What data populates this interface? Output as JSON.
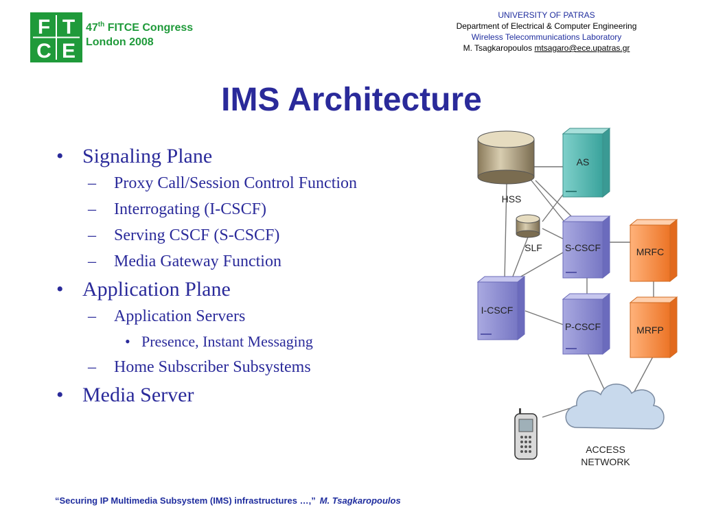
{
  "header": {
    "logo_letters": [
      "F",
      "T",
      "C",
      "E"
    ],
    "congress_number": "47",
    "congress_suffix": "th",
    "congress_name": "FITCE Congress",
    "congress_place": "London 2008",
    "university": "UNIVERSITY OF PATRAS",
    "department": "Department of Electrical & Computer Engineering",
    "lab": "Wireless Telecommunications Laboratory",
    "author": "M. Tsagkaropoulos",
    "email": "mtsagaro@ece.upatras.gr"
  },
  "title": "IMS Architecture",
  "outline": [
    {
      "level": 1,
      "bullet": "•",
      "text": "Signaling Plane"
    },
    {
      "level": 2,
      "bullet": "–",
      "text": "Proxy Call/Session Control Function"
    },
    {
      "level": 2,
      "bullet": "–",
      "text": "Interrogating (I-CSCF)"
    },
    {
      "level": 2,
      "bullet": "–",
      "text": "Serving CSCF (S-CSCF)"
    },
    {
      "level": 2,
      "bullet": "–",
      "text": "Media Gateway Function"
    },
    {
      "level": 1,
      "bullet": "•",
      "text": "Application Plane"
    },
    {
      "level": 2,
      "bullet": "–",
      "text": "Application Servers"
    },
    {
      "level": 3,
      "bullet": "•",
      "text": "Presence, Instant Messaging"
    },
    {
      "level": 2,
      "bullet": "–",
      "text": "Home Subscriber Subsystems"
    },
    {
      "level": 1,
      "bullet": "•",
      "text": "Media Server"
    }
  ],
  "diagram": {
    "hss": "HSS",
    "as": "AS",
    "slf": "SLF",
    "s_cscf": "S-CSCF",
    "i_cscf": "I-CSCF",
    "p_cscf": "P-CSCF",
    "mrfc": "MRFC",
    "mrfp": "MRFP",
    "access_line1": "ACCESS",
    "access_line2": "NETWORK"
  },
  "footer": {
    "quote": "“Securing IP Multimedia Subsystem (IMS) infrastructures …,”",
    "author": "M. Tsagkaropoulos"
  },
  "colors": {
    "brand_green": "#1f9a3a",
    "title_blue": "#2a2a9a",
    "server_purple": "#8c8ccf",
    "server_teal": "#4fb3ad",
    "server_orange": "#f28a3c"
  }
}
